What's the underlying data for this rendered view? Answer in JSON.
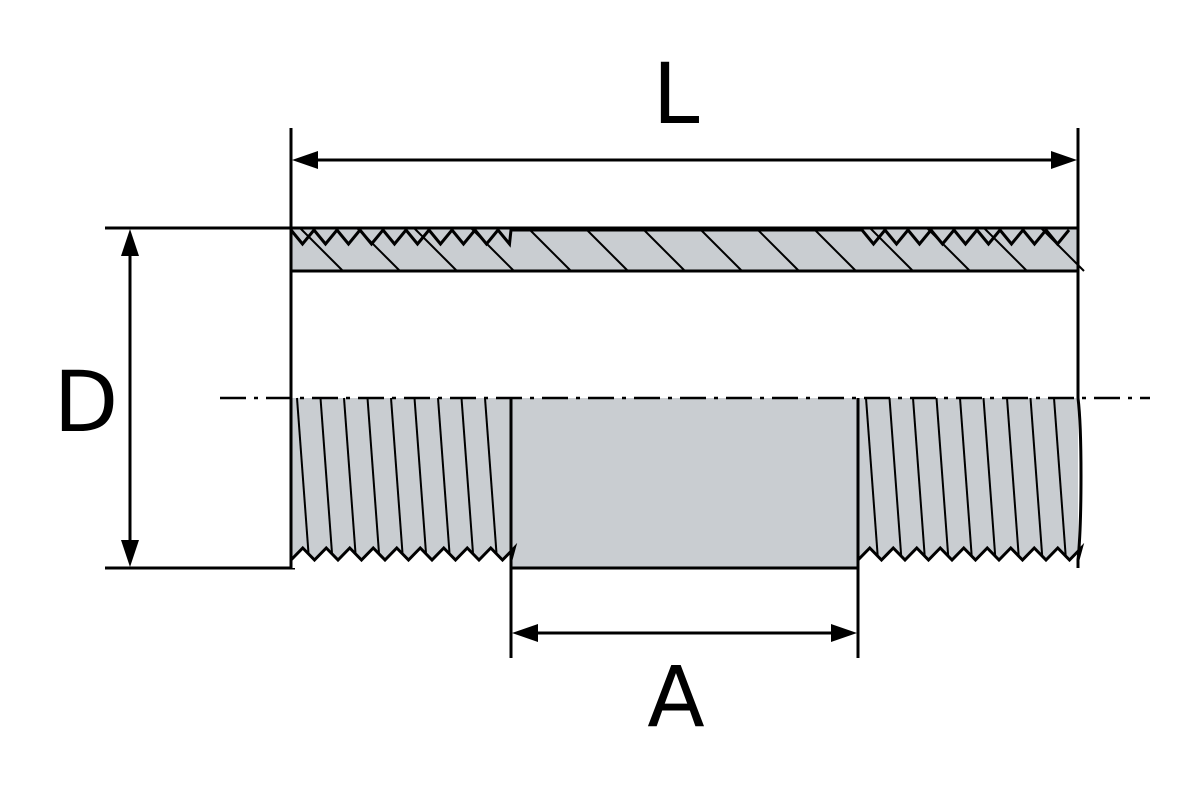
{
  "labels": {
    "length": "L",
    "diameter": "D",
    "plain_section": "A"
  },
  "colors": {
    "fill": "#c9cdd1",
    "line": "#000000",
    "background": "#ffffff"
  }
}
